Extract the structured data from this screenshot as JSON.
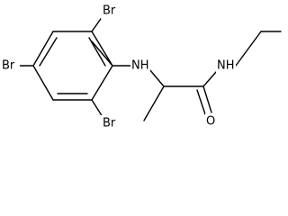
{
  "colors": {
    "bond": "#000000",
    "text": "#000000",
    "background": "#ffffff"
  },
  "molecule": {
    "atoms": {
      "br_top": "Br",
      "br_left": "Br",
      "br_bottom": "Br",
      "nh_amine": "NH",
      "nh_amide": "NH",
      "o_carbonyl": "O"
    }
  }
}
